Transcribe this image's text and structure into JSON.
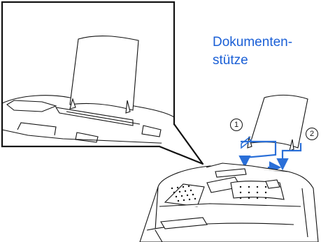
{
  "callout": {
    "line1": "Dokumenten-",
    "line2": "stütze"
  },
  "steps": [
    "1",
    "2"
  ],
  "colors": {
    "accent": "#1a5fd6",
    "arrow": "#2a6fd8",
    "line": "#111111"
  }
}
